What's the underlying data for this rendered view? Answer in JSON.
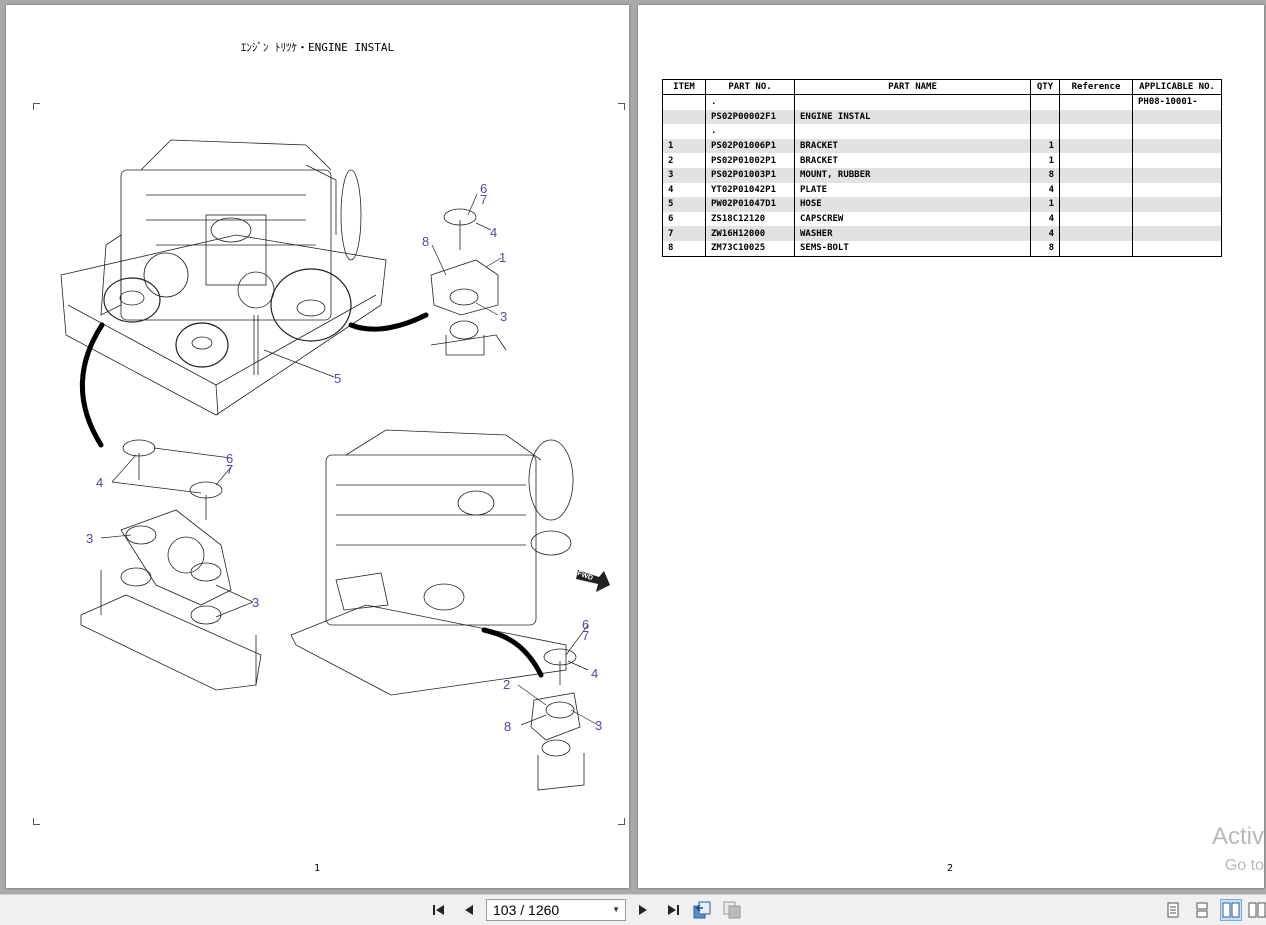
{
  "left_page": {
    "title": "ｴﾝｼﾞﾝ ﾄﾘﾂｹ・ENGINE INSTAL",
    "page_number": "1",
    "callouts": [
      "6",
      "7",
      "4",
      "8",
      "1",
      "3",
      "5",
      "6",
      "7",
      "4",
      "3",
      "3",
      "6",
      "7",
      "4",
      "2",
      "8",
      "3"
    ],
    "fwd_label": "FWD"
  },
  "right_page": {
    "page_number": "2",
    "table": {
      "headers": [
        "ITEM",
        "PART NO.",
        "PART NAME",
        "QTY",
        "Reference",
        "APPLICABLE NO."
      ],
      "rows": [
        {
          "item": "",
          "part_no": ".",
          "part_name": "",
          "qty": "",
          "reference": "",
          "applicable": "PH08-10001-"
        },
        {
          "item": "",
          "part_no": "PS02P00002F1",
          "part_name": "ENGINE INSTAL",
          "qty": "",
          "reference": "",
          "applicable": ""
        },
        {
          "item": "",
          "part_no": ".",
          "part_name": "",
          "qty": "",
          "reference": "",
          "applicable": ""
        },
        {
          "item": "1",
          "part_no": "PS02P01006P1",
          "part_name": "BRACKET",
          "qty": "1",
          "reference": "",
          "applicable": ""
        },
        {
          "item": "2",
          "part_no": "PS02P01002P1",
          "part_name": "BRACKET",
          "qty": "1",
          "reference": "",
          "applicable": ""
        },
        {
          "item": "3",
          "part_no": "PS02P01003P1",
          "part_name": "MOUNT, RUBBER",
          "qty": "8",
          "reference": "",
          "applicable": ""
        },
        {
          "item": "4",
          "part_no": "YT02P01042P1",
          "part_name": "PLATE",
          "qty": "4",
          "reference": "",
          "applicable": ""
        },
        {
          "item": "5",
          "part_no": "PW02P01047D1",
          "part_name": "HOSE",
          "qty": "1",
          "reference": "",
          "applicable": ""
        },
        {
          "item": "6",
          "part_no": "ZS18C12120",
          "part_name": "CAPSCREW",
          "qty": "4",
          "reference": "",
          "applicable": ""
        },
        {
          "item": "7",
          "part_no": "ZW16H12000",
          "part_name": "WASHER",
          "qty": "4",
          "reference": "",
          "applicable": ""
        },
        {
          "item": "8",
          "part_no": "ZM73C10025",
          "part_name": "SEMS-BOLT",
          "qty": "8",
          "reference": "",
          "applicable": ""
        }
      ]
    },
    "watermark_line1": "Activ",
    "watermark_line2": "Go to"
  },
  "toolbar": {
    "page_indicator": "103 / 1260",
    "icons": [
      "first-page-icon",
      "previous-page-icon",
      "next-page-icon",
      "last-page-icon",
      "go-back-view-icon",
      "go-forward-view-icon",
      "single-page-view-icon",
      "continuous-view-icon",
      "two-page-view-icon",
      "two-page-continuous-view-icon"
    ]
  }
}
